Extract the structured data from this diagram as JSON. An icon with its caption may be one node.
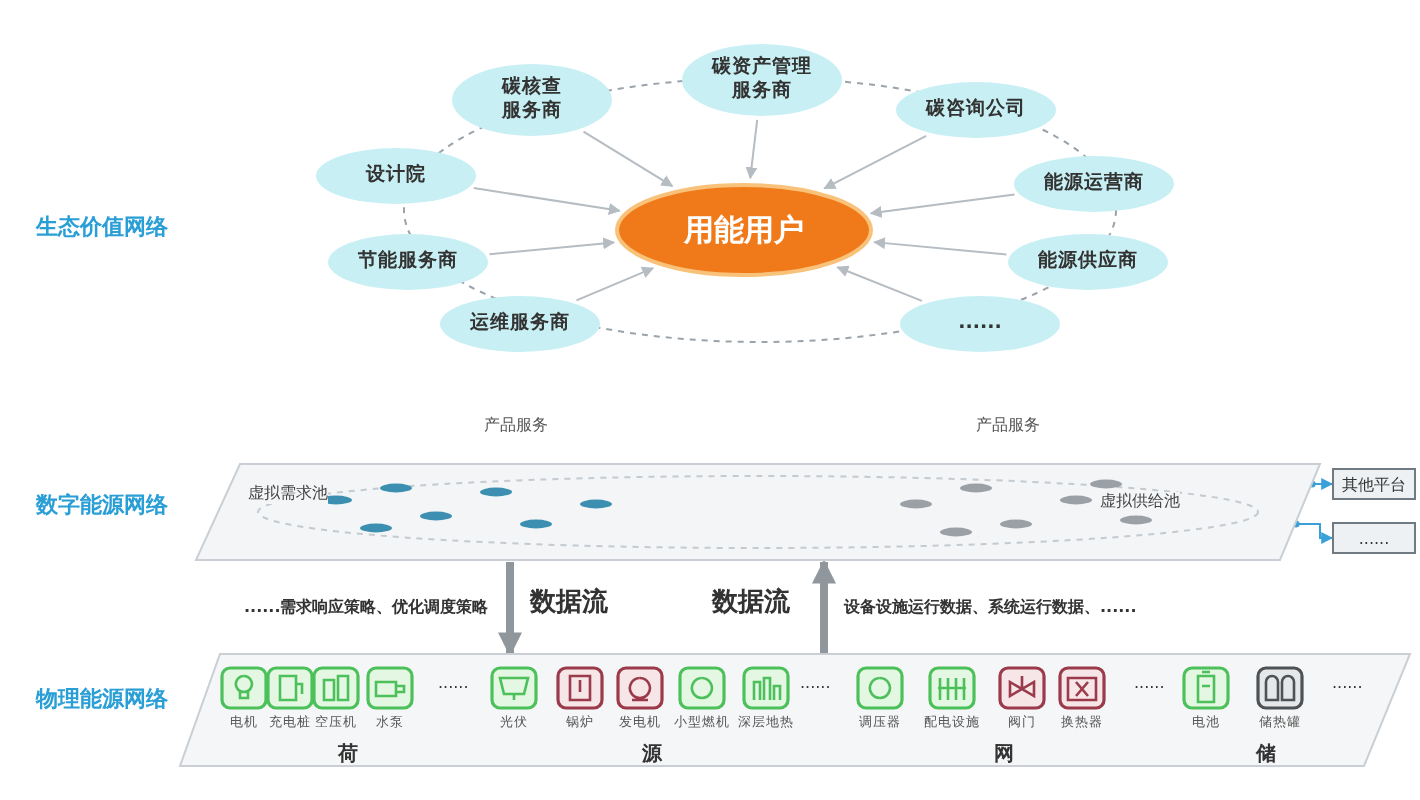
{
  "diagram": {
    "nodes": [
      {
        "text": [
          "用能用户"
        ]
      },
      {
        "text": [
          "碳资产管理服务商"
        ]
      },
      {
        "text": [
          "碳核查服务商"
        ]
      },
      {
        "text": [
          "碳咨询公司"
        ]
      },
      {
        "text": [
          "设计院"
        ]
      },
      {
        "text": [
          "能源运营商"
        ]
      },
      {
        "text": [
          "节能服务商"
        ]
      },
      {
        "text": [
          "能源供应商"
        ]
      },
      {
        "text": [
          "运维服务商"
        ]
      },
      {
        "text": [
          "......"
        ]
      },
      {
        "text": [
          "虚拟需求池",
          "虚拟供给池"
        ]
      },
      {
        "text": [
          "其他平台"
        ]
      },
      {
        "text": [
          "......"
        ]
      },
      {
        "text": [],
        "shape": "band"
      }
    ],
    "edges": [
      {
        "from": 1,
        "to": 0,
        "arrow": "to"
      },
      {
        "from": 2,
        "to": 0,
        "arrow": "to"
      },
      {
        "from": 3,
        "to": 0,
        "arrow": "to"
      },
      {
        "from": 4,
        "to": 0,
        "arrow": "to"
      },
      {
        "from": 5,
        "to": 0,
        "arrow": "to"
      },
      {
        "from": 6,
        "to": 0,
        "arrow": "to"
      },
      {
        "from": 7,
        "to": 0,
        "arrow": "to"
      },
      {
        "from": 8,
        "to": 0,
        "arrow": "to"
      },
      {
        "from": 9,
        "to": 0,
        "arrow": "to"
      },
      {
        "from": 10,
        "to": 11,
        "arrow": "to",
        "color": "#3aa0d8"
      },
      {
        "from": 10,
        "to": 12,
        "arrow": "to",
        "color": "#3aa0d8"
      },
      {
        "from": 10,
        "to": 13,
        "arrow": "to",
        "label": "数据流",
        "style": "thick",
        "color": "#8f979d"
      },
      {
        "from": 13,
        "to": 10,
        "arrow": "to",
        "label": "数据流",
        "style": "thick",
        "color": "#8f979d"
      }
    ],
    "labels": [
      "生态价值网络",
      "产品服务",
      "产品服务",
      "数字能源网络",
      "......需求响应策略、优化调度策略",
      "设备设施运行数据、系统运行数据、......",
      "物理能源网络",
      "电机",
      "充电桩",
      "空压机",
      "水泵",
      "......",
      "光伏",
      "锅炉",
      "发电机",
      "小型燃机",
      "深层地热",
      "......",
      "调压器",
      "配电设施",
      "阀门",
      "换热器",
      "......",
      "电池",
      "储热罐",
      "......",
      "荷",
      "源",
      "网",
      "储"
    ]
  }
}
